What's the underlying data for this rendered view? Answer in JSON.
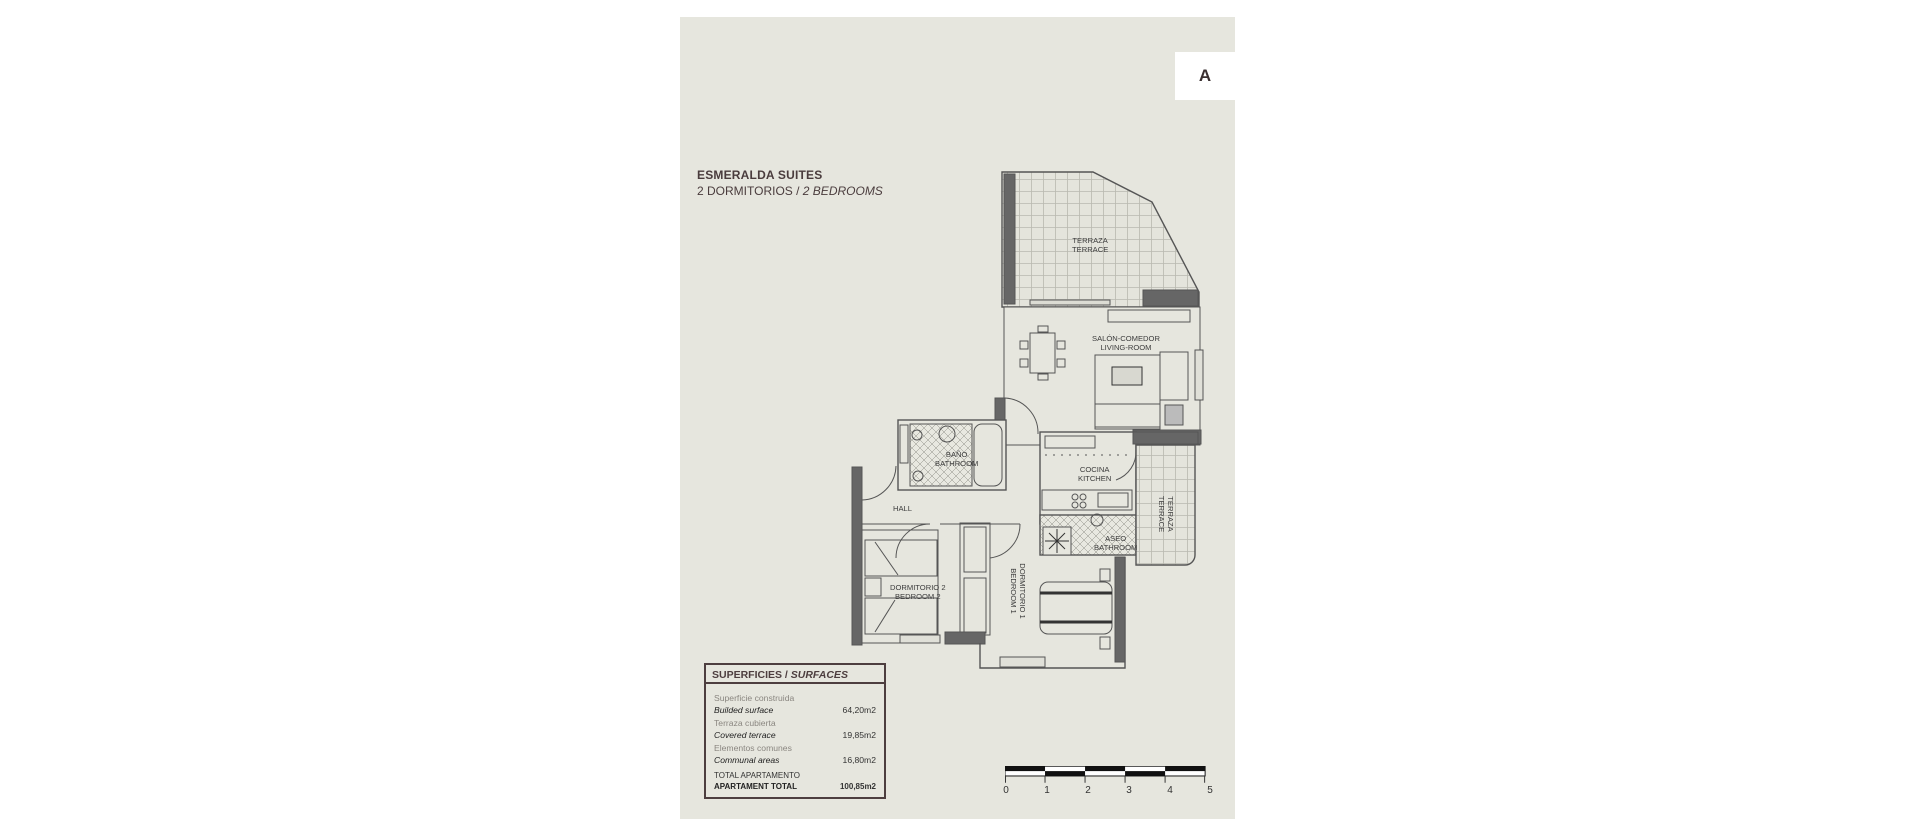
{
  "badge": {
    "label": "A"
  },
  "header": {
    "title": "ESMERALDA SUITES",
    "subtitle_es": "2 DORMITORIOS / ",
    "subtitle_en": "2 BEDROOMS"
  },
  "rooms": {
    "terrace_main": {
      "es": "TERRAZA",
      "en": "TERRACE"
    },
    "living": {
      "es": "SALÓN-COMEDOR",
      "en": "LIVING-ROOM"
    },
    "bathroom": {
      "es": "BAÑO",
      "en": "BATHROOM"
    },
    "kitchen": {
      "es": "COCINA",
      "en": "KITCHEN"
    },
    "terrace_side": {
      "es": "TERRAZA",
      "en": "TERRACE"
    },
    "hall": {
      "label": "HALL"
    },
    "toilet": {
      "es": "ASEO",
      "en": "BATHROOM"
    },
    "bedroom2": {
      "es": "DORMITORIO 2",
      "en": "BEDROOM 2"
    },
    "bedroom1": {
      "es": "DORMITORIO 1",
      "en": "BEDROOM 1"
    }
  },
  "surfaces": {
    "heading_es": "SUPERFICIES / ",
    "heading_en": "SURFACES",
    "rows": [
      {
        "es": "Superficie construida",
        "en": "Builded surface",
        "value": "64,20m2"
      },
      {
        "es": "Terraza cubierta",
        "en": "Covered terrace",
        "value": "19,85m2"
      },
      {
        "es": "Elementos comunes",
        "en": "Communal areas",
        "value": "16,80m2"
      }
    ],
    "total": {
      "es": "TOTAL APARTAMENTO",
      "en": "APARTAMENT TOTAL",
      "value": "100,85m2"
    }
  },
  "scale_bar": {
    "labels": [
      "0",
      "1",
      "2",
      "3",
      "4",
      "5"
    ],
    "unit_spacing_px": 41
  },
  "colors": {
    "background": "#e6e6de",
    "wall_dark": "#5a5a5a",
    "line": "#555555",
    "text_brown": "#4a3c3d"
  }
}
